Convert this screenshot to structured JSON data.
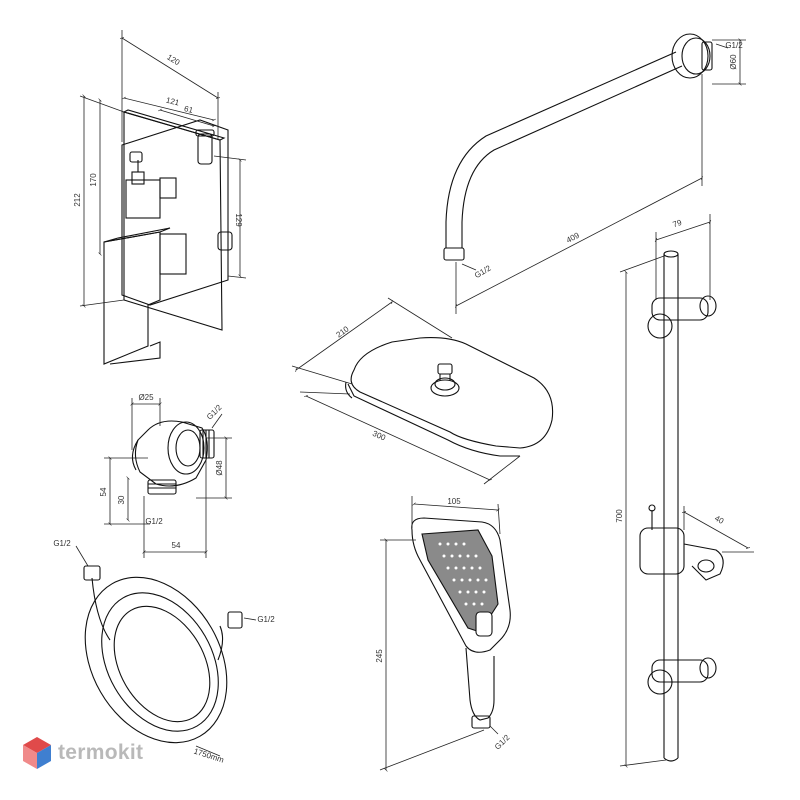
{
  "mixer": {
    "w_overall": "120",
    "w_plate": "121",
    "w_top": "61",
    "h_overall": "212",
    "h_body": "170",
    "depth": "129"
  },
  "elbow": {
    "d_flange": "Ø25",
    "thread_out": "G1/2",
    "h": "54",
    "h_inlet": "30",
    "d_body": "Ø48",
    "thread_in": "G1/2",
    "w": "54"
  },
  "hose": {
    "thread_left": "G1/2",
    "thread_right": "G1/2",
    "length": "1750mm"
  },
  "arm": {
    "thread_wall": "G1/2",
    "flange_d": "Ø60",
    "length": "409",
    "thread_head": "G1/2"
  },
  "overhead": {
    "depth": "210",
    "width": "300"
  },
  "handshower": {
    "width": "105",
    "length": "245",
    "thread": "G1/2"
  },
  "rail": {
    "width_top": "79",
    "length": "700",
    "offset": "40"
  },
  "brand": {
    "name": "termokit",
    "colors": {
      "red": "#e04a4a",
      "blue": "#3f7fd0",
      "text": "#b9b9b9"
    }
  }
}
